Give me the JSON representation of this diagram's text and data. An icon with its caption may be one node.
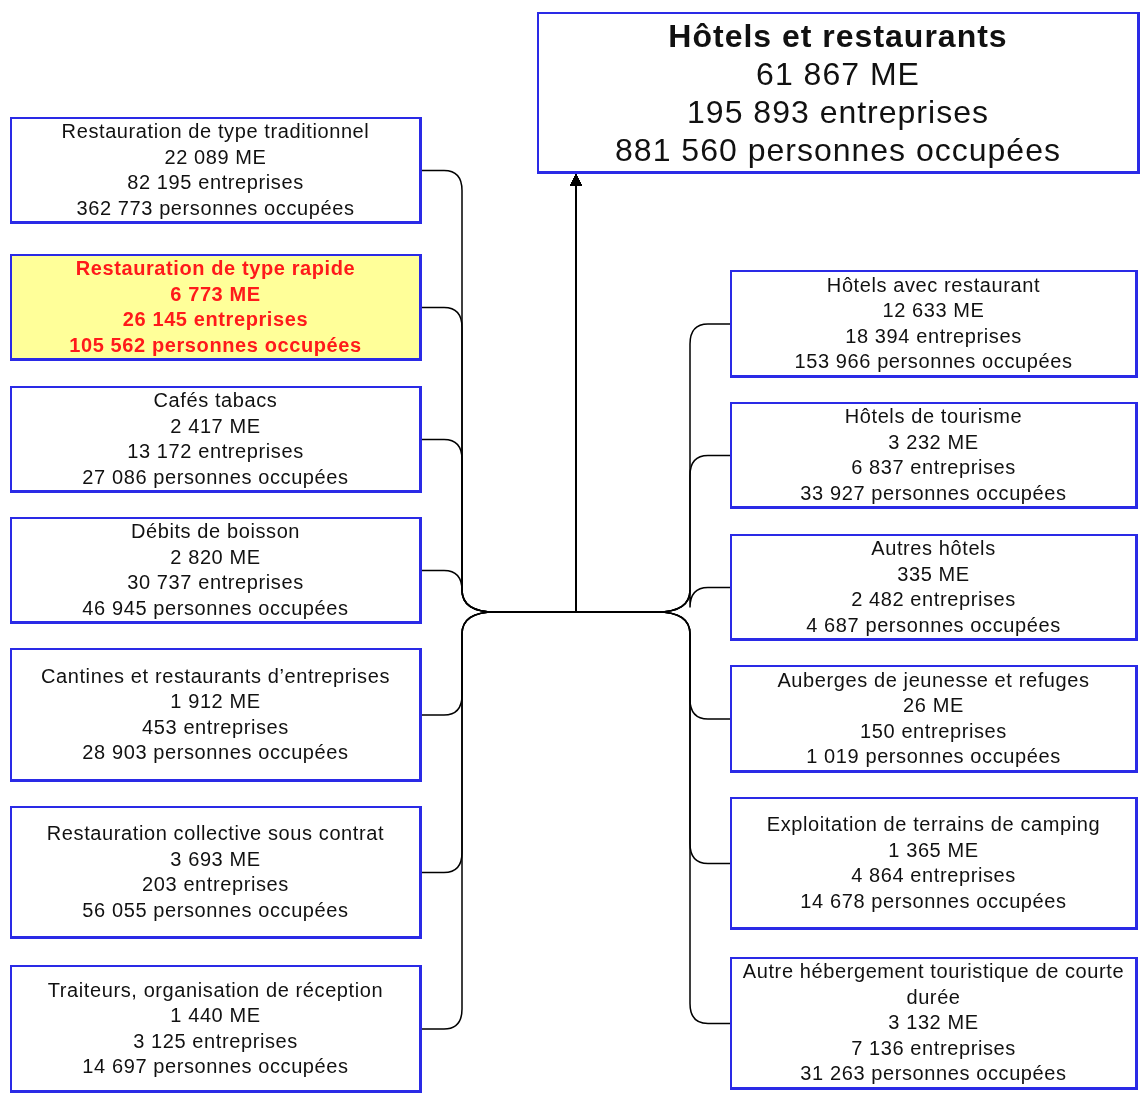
{
  "diagram": {
    "nodes": [
      {
        "text": [
          "Hôtels et restaurants",
          "61 867 ME",
          "195 893 entreprises",
          "881 560 personnes occupées"
        ]
      },
      {
        "text": [
          "Restauration de type traditionnel",
          "22 089 ME",
          "82 195 entreprises",
          "362 773 personnes occupées"
        ]
      },
      {
        "text": [
          "Restauration de type rapide",
          "6 773 ME",
          "26 145 entreprises",
          "105 562 personnes occupées"
        ]
      },
      {
        "text": [
          "Cafés tabacs",
          "2 417 ME",
          "13 172 entreprises",
          "27 086 personnes occupées"
        ]
      },
      {
        "text": [
          "Débits de boisson",
          "2 820 ME",
          "30 737 entreprises",
          "46 945 personnes occupées"
        ]
      },
      {
        "text": [
          "Cantines et restaurants d’entreprises",
          "1 912 ME",
          "453 entreprises",
          "28 903 personnes occupées"
        ]
      },
      {
        "text": [
          "Restauration collective sous contrat",
          "3 693 ME",
          "203 entreprises",
          "56 055 personnes occupées"
        ]
      },
      {
        "text": [
          "Traiteurs, organisation de réception",
          "1 440 ME",
          "3 125 entreprises",
          "14 697 personnes occupées"
        ]
      },
      {
        "text": [
          "Hôtels avec restaurant",
          "12 633 ME",
          "18 394 entreprises",
          "153 966 personnes occupées"
        ]
      },
      {
        "text": [
          "Hôtels de tourisme",
          "3 232 ME",
          "6 837 entreprises",
          "33 927 personnes occupées"
        ]
      },
      {
        "text": [
          "Autres hôtels",
          "335 ME",
          "2 482 entreprises",
          "4 687 personnes occupées"
        ]
      },
      {
        "text": [
          "Auberges de jeunesse et refuges",
          "26 ME",
          "150 entreprises",
          "1 019 personnes occupées"
        ]
      },
      {
        "text": [
          "Exploitation de terrains de camping",
          "1 365 ME",
          "4 864 entreprises",
          "14 678 personnes occupées"
        ]
      },
      {
        "text": [
          "Autre hébergement touristique de courte durée",
          "3 132 ME",
          "7 136 entreprises",
          "31 263 personnes occupées"
        ]
      }
    ],
    "edges": [
      {
        "from": 1,
        "to": 0,
        "arrow": "to"
      },
      {
        "from": 2,
        "to": 0,
        "arrow": "to"
      },
      {
        "from": 3,
        "to": 0,
        "arrow": "to"
      },
      {
        "from": 4,
        "to": 0,
        "arrow": "to"
      },
      {
        "from": 5,
        "to": 0,
        "arrow": "to"
      },
      {
        "from": 6,
        "to": 0,
        "arrow": "to"
      },
      {
        "from": 7,
        "to": 0,
        "arrow": "to"
      },
      {
        "from": 8,
        "to": 0,
        "arrow": "to"
      },
      {
        "from": 9,
        "to": 0,
        "arrow": "to"
      },
      {
        "from": 10,
        "to": 0,
        "arrow": "to"
      },
      {
        "from": 11,
        "to": 0,
        "arrow": "to"
      },
      {
        "from": 12,
        "to": 0,
        "arrow": "to"
      },
      {
        "from": 13,
        "to": 0,
        "arrow": "to"
      }
    ]
  }
}
